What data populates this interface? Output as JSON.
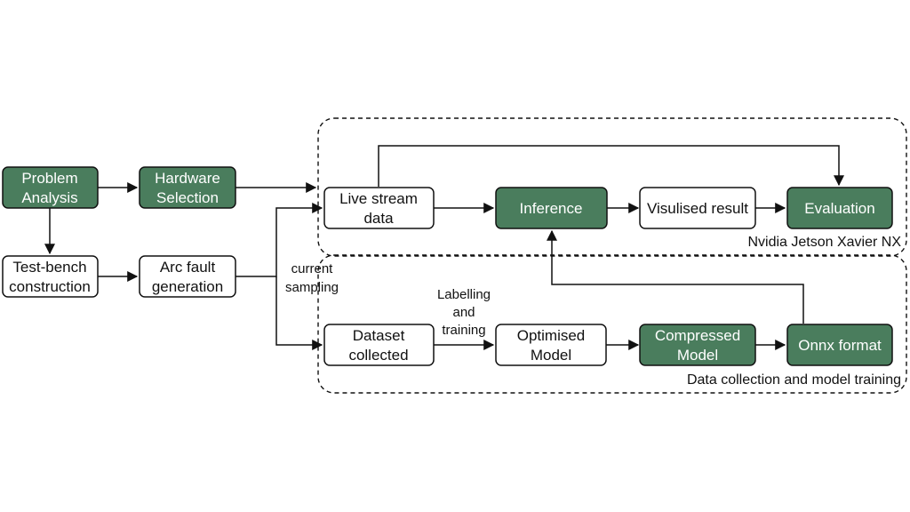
{
  "colors": {
    "green_fill": "#4a7d5d",
    "white_fill": "#ffffff",
    "stroke": "#111111",
    "green_text": "#ffffff"
  },
  "groups": {
    "jetson": {
      "label": "Nvidia Jetson Xavier NX"
    },
    "training": {
      "label": "Data collection and model training"
    }
  },
  "nodes": {
    "problem_analysis": {
      "line1": "Problem",
      "line2": "Analysis",
      "style": "green"
    },
    "hardware_selection": {
      "line1": "Hardware",
      "line2": "Selection",
      "style": "green"
    },
    "test_bench": {
      "line1": "Test-bench",
      "line2": "construction",
      "style": "white"
    },
    "arc_fault": {
      "line1": "Arc fault",
      "line2": "generation",
      "style": "white"
    },
    "live_stream": {
      "line1": "Live stream",
      "line2": "data",
      "style": "white"
    },
    "inference": {
      "line1": "Inference",
      "style": "green"
    },
    "visualised": {
      "line1": "Visulised result",
      "style": "white"
    },
    "evaluation": {
      "line1": "Evaluation",
      "style": "green"
    },
    "dataset": {
      "line1": "Dataset",
      "line2": "collected",
      "style": "white"
    },
    "optimised": {
      "line1": "Optimised",
      "line2": "Model",
      "style": "white"
    },
    "compressed": {
      "line1": "Compressed",
      "line2": "Model",
      "style": "green"
    },
    "onnx": {
      "line1": "Onnx format",
      "style": "green"
    }
  },
  "edge_labels": {
    "current_sampling": {
      "line1": "current",
      "line2": "sampling"
    },
    "labelling_training": {
      "line1": "Labelling",
      "line2": "and",
      "line3": "training"
    }
  }
}
